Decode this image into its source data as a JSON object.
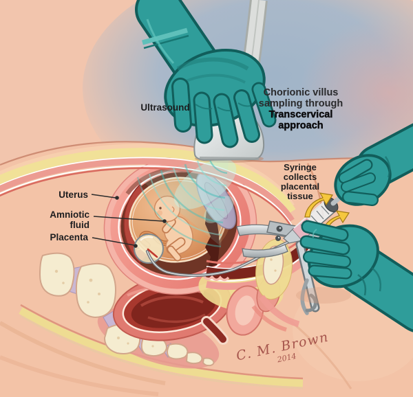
{
  "annotations": {
    "ultrasound_label": "Ultrasound",
    "procedure_title": {
      "line1": "Chorionic villus",
      "line2": "sampling through",
      "line3": "Transcervical",
      "line4": "approach"
    },
    "anatomy": {
      "uterus": "Uterus",
      "amniotic_line1": "Amniotic",
      "amniotic_line2": "fluid",
      "placenta": "Placenta"
    },
    "syringe_caption": {
      "line1": "Syringe",
      "line2": "collects",
      "line3": "placental",
      "line4": "tissue"
    }
  },
  "signature": {
    "artist": "C. M. Brown",
    "year": "2014"
  },
  "palette": {
    "background": "#f2c5ad",
    "ultrasound_field_blue": "#a4b7c9",
    "glove_teal": "#2f9d9a",
    "instrument_metal": "#b9c0c4",
    "label_text": "#1d1d1f",
    "signature_ink": "#a5544c",
    "arrow_yellow": "#f5c73e"
  }
}
